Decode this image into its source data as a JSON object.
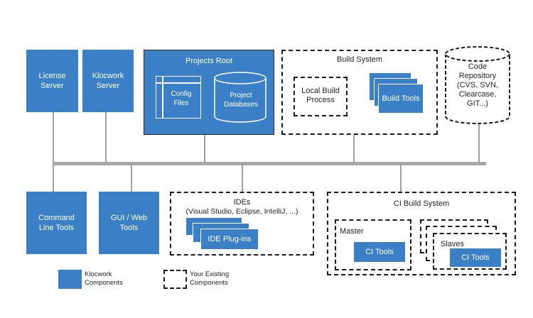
{
  "components": {
    "license_server": "License\nServer",
    "klocwork_server": "Klocwork\nServer",
    "projects_root": "Projects Root",
    "config_files": "Config\nFiles",
    "project_databases": "Project\nDatabases",
    "build_system": "Build System",
    "local_build_process": "Local Build\nProcess",
    "build_tools": "Build Tools",
    "code_repository": "Code\nRepository\n(CVS, SVN,\nClearcase,\nGIT...)",
    "command_line_tools": "Command\nLine Tools",
    "gui_web_tools": "GUI / Web\nTools",
    "ides_title": "IDEs",
    "ides_sub": "(Visual Studio, Eclipse, IntelliJ, ...)",
    "ide_plugins": "IDE Plug-ins",
    "ci_build_system": "CI Build System",
    "master": "Master",
    "ci_tools_master": "CI Tools",
    "slaves": "Slaves",
    "ci_tools_slave": "CI Tools"
  },
  "legend": {
    "klocwork": "Klocwork\nComponents",
    "existing": "Your Existing\nComponents"
  },
  "colors": {
    "klocwork_blue": "#3b80c6",
    "bus_gray": "#a8a8a8",
    "dashed_border": "#1a1a1a"
  }
}
